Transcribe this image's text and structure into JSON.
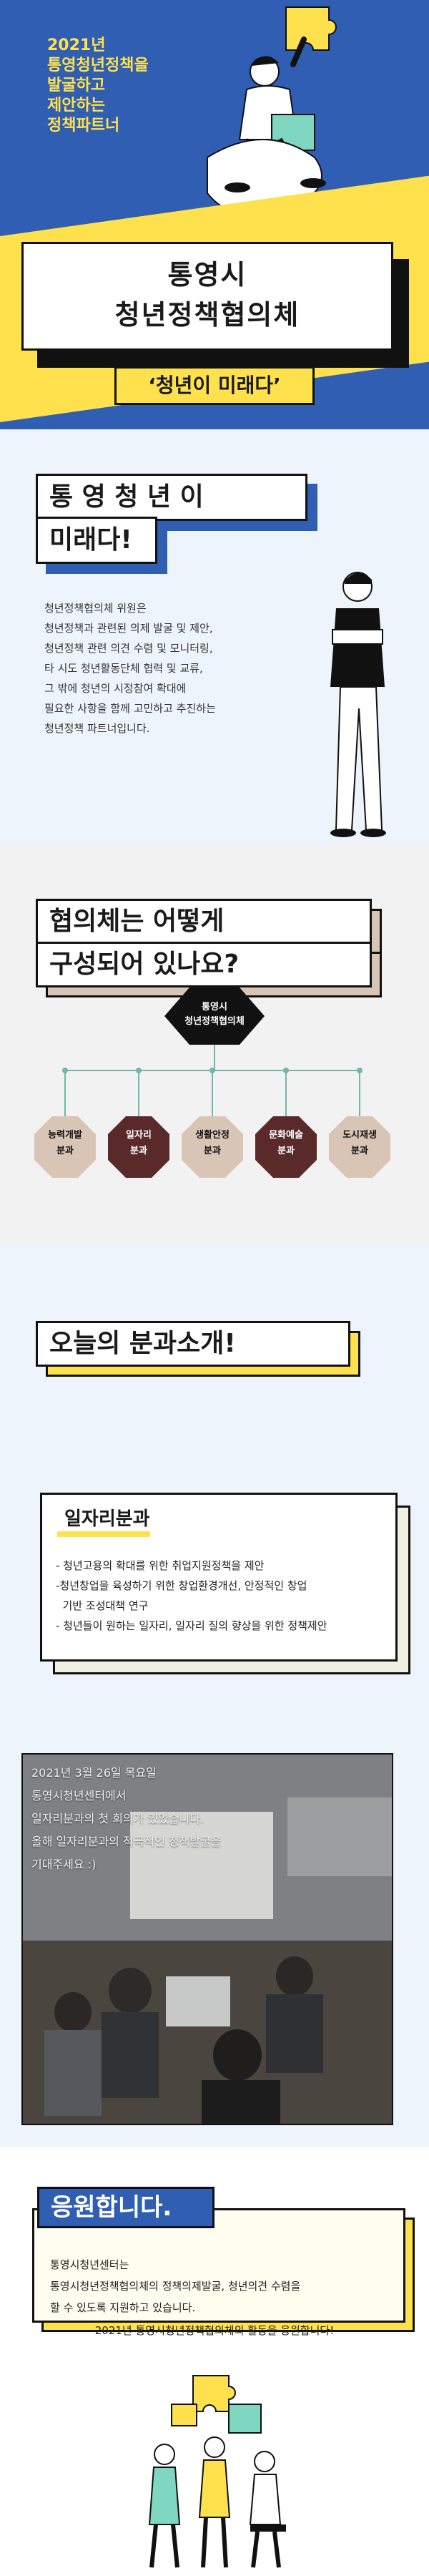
{
  "hero": {
    "title_lines": [
      "2021년",
      "통영청년정책을",
      "발굴하고",
      "제안하는",
      "정책파트너"
    ],
    "heading_line1": "통영시",
    "heading_line2": "청년정책협의체",
    "slogan": "‘청년이 미래다’"
  },
  "about": {
    "banner_line1": "통 영 청 년 이",
    "banner_line2": "미래다!",
    "description_lines": [
      "청년정책협의체 위원은",
      "청년정책과 관련된 의제 발굴 및 제안,",
      "청년정책 관련 의견 수렴 및 모니터링,",
      "타 시도 청년활동단체 협력 및 교류,",
      "그 밖에 청년의 시정참여 확대에",
      "필요한 사항을 함께 고민하고 추진하는",
      "청년정책 파트너입니다."
    ]
  },
  "structure": {
    "banner_line1": "협의체는 어떻게",
    "banner_line2": "구성되어 있나요?",
    "root_line1": "통영시",
    "root_line2": "청년정책협의체",
    "branches": [
      {
        "line1": "능력개발",
        "line2": "분과",
        "color": "#d9c5b5",
        "text_color": "#111"
      },
      {
        "line1": "일자리",
        "line2": "분과",
        "color": "#5a2a2a",
        "text_color": "#fff"
      },
      {
        "line1": "생활안정",
        "line2": "분과",
        "color": "#d9c5b5",
        "text_color": "#111"
      },
      {
        "line1": "문화예술",
        "line2": "분과",
        "color": "#5a2a2a",
        "text_color": "#fff"
      },
      {
        "line1": "도시재생",
        "line2": "분과",
        "color": "#d9c5b5",
        "text_color": "#111"
      }
    ]
  },
  "today": {
    "banner": "오늘의 분과소개!"
  },
  "division": {
    "title": "일자리분과",
    "items": [
      "- 청년고용의 확대를 위한 취업지원정책을 제안",
      "-청년창업을 육성하기 위한 창업환경개선, 안정적인 창업",
      "  기반 조성대책 연구",
      "- 청년들이 원하는 일자리, 일자리 질의 향상을 위한 정책제안"
    ],
    "photo_text_lines": [
      "2021년 3월 26일 목요일",
      "통영시청년센터에서",
      "일자리분과의 첫 회의가 있었습니다.",
      "올해 일자리분과의 적극적인 정책발굴을",
      "기대주세요 :)"
    ]
  },
  "support": {
    "banner": "응원합니다.",
    "text_lines": [
      "통영시청년센터는",
      "통영시청년정책협의체의 정책의제발굴, 청년의견 수렴을",
      "할 수 있도록 지원하고 있습니다."
    ],
    "footer": "2021년 통영시청년정책협의체의 활동을 응원합니다!"
  },
  "colors": {
    "brand_blue": "#2f5eb3",
    "brand_yellow": "#ffe14d",
    "brown": "#5a2a2a",
    "beige": "#d9c5b5"
  }
}
